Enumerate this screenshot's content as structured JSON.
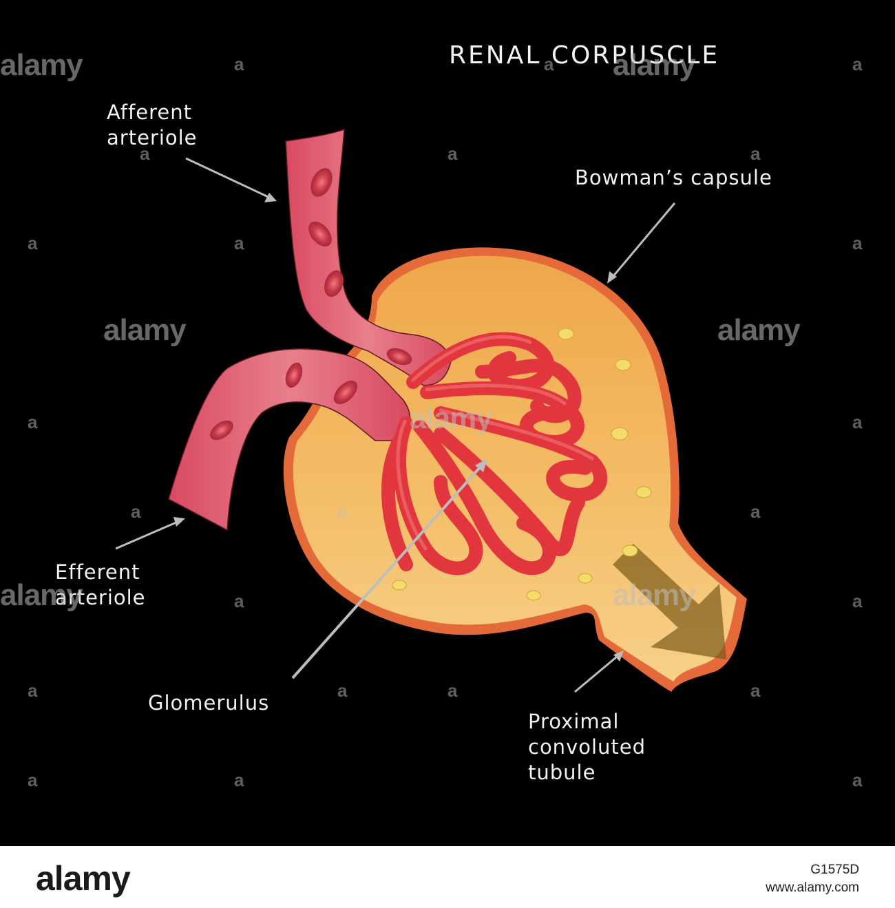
{
  "title": "RENAL CORPUSCLE",
  "labels": {
    "afferent": "Afferent\narteriole",
    "bowman": "Bowman’s capsule",
    "efferent": "Efferent\narteriole",
    "glomerulus": "Glomerulus",
    "proximal": "Proximal\nconvoluted\ntubule"
  },
  "watermark": {
    "text": "alamy",
    "small": "a"
  },
  "footer": {
    "logo": "alamy",
    "image_id": "G1575D",
    "site": "www.alamy.com"
  },
  "colors": {
    "background": "#000000",
    "vessel": "#e0566a",
    "vessel_dark": "#c8384e",
    "capsule": "#f2b25a",
    "capsule_edge": "#e06a3a",
    "capillary": "#e23b45",
    "arrow_flow": "#8a6a1e"
  }
}
